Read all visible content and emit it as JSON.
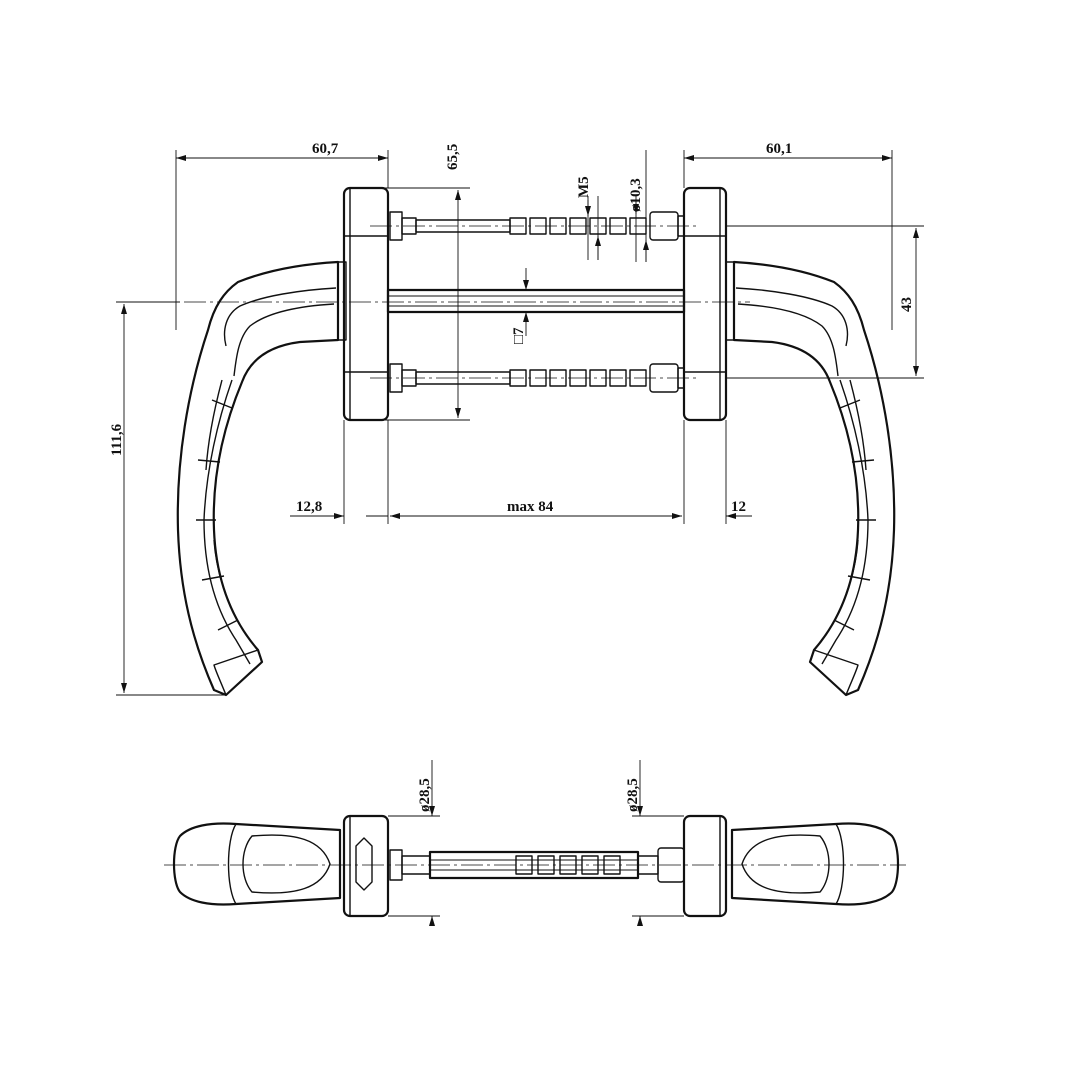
{
  "drawing": {
    "dims": {
      "left_depth": "60,7",
      "right_depth": "60,1",
      "height_rose": "65,5",
      "thread": "M5",
      "pin_diameter": "ø10,3",
      "spindle_square": "□7",
      "screw_spacing": "43",
      "handle_height": "111,6",
      "left_rose_thickness": "12,8",
      "door_thickness": "max 84",
      "right_rose_thickness": "12",
      "rose_diameter_left": "ø28,5",
      "rose_diameter_right": "ø28,5"
    },
    "colors": {
      "line": "#111111",
      "background": "#ffffff"
    }
  }
}
